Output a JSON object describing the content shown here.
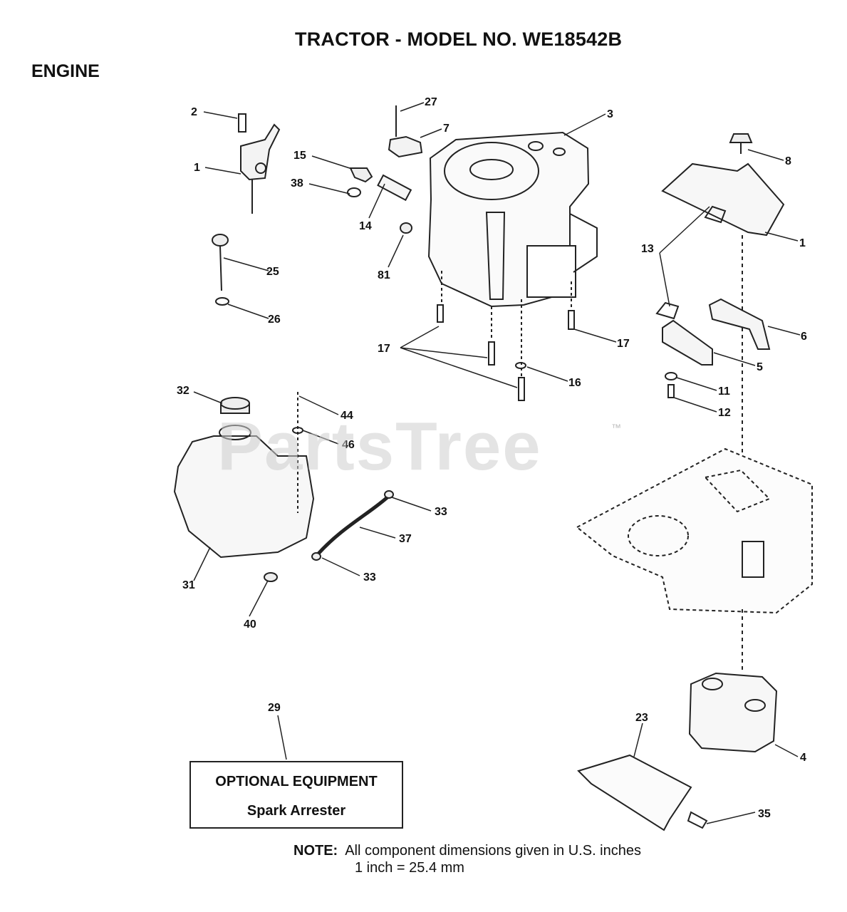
{
  "header": {
    "title": "TRACTOR - MODEL NO. WE18542B",
    "section": "ENGINE"
  },
  "watermark": {
    "text": "PartsTree",
    "tm": "™"
  },
  "callouts": [
    "1",
    "2",
    "25",
    "26",
    "38",
    "15",
    "14",
    "27",
    "7",
    "81",
    "3",
    "17",
    "17",
    "16",
    "8",
    "1",
    "13",
    "6",
    "5",
    "11",
    "12",
    "32",
    "44",
    "46",
    "31",
    "40",
    "33",
    "37",
    "33",
    "29",
    "23",
    "4",
    "35"
  ],
  "optional_equipment": {
    "title": "OPTIONAL EQUIPMENT",
    "item": "Spark Arrester"
  },
  "note": {
    "label": "NOTE:",
    "line1": "All component dimensions given in U.S. inches",
    "line2": "1 inch = 25.4 mm"
  }
}
